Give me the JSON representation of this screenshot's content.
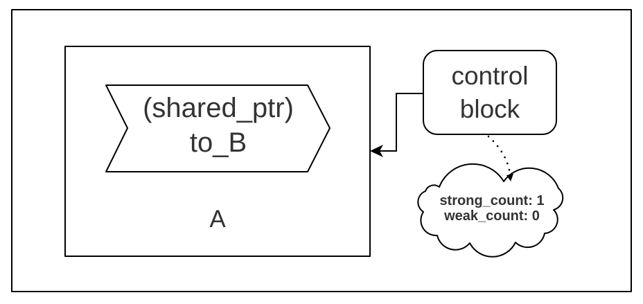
{
  "object_box": {
    "label": "A"
  },
  "pointer_shape": {
    "line1": "(shared_ptr)",
    "line2": "to_B"
  },
  "control_block": {
    "line1": "control",
    "line2": "block"
  },
  "counts_note": {
    "line1": "strong_count: 1",
    "line2": "weak_count: 0",
    "strong_count": "1",
    "weak_count": "0"
  },
  "icons": {
    "pointer_arrowhead": "left-arrowhead-icon",
    "note_arrowhead": "down-arrowhead-icon"
  },
  "colors": {
    "stroke": "#000000",
    "text": "#333333",
    "background": "#ffffff"
  }
}
